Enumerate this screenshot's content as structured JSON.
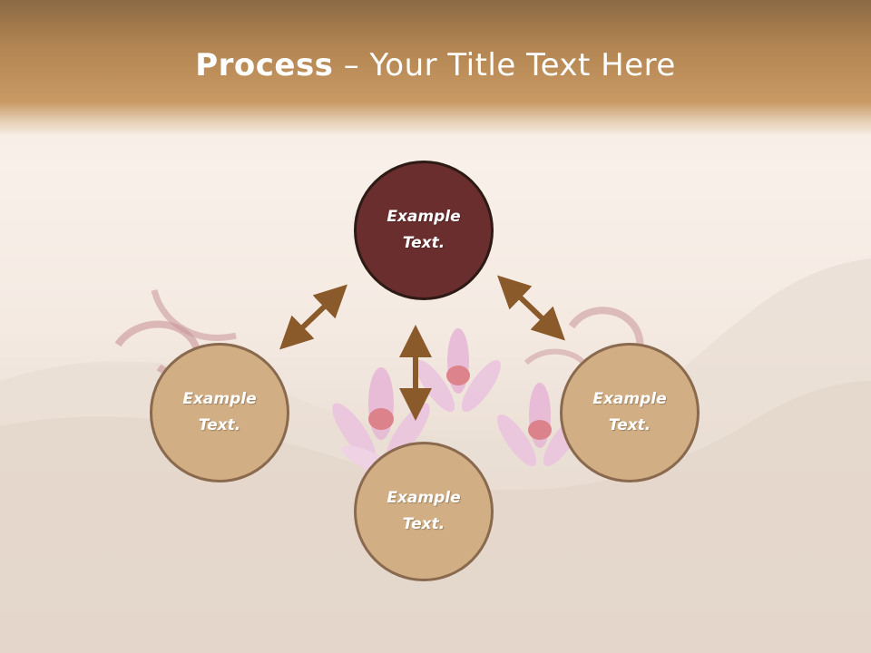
{
  "slide": {
    "title_bold": "Process",
    "title_rest": " – Your Title Text Here"
  },
  "nodes": {
    "top": "Example Text.",
    "left": "Example Text.",
    "right": "Example Text.",
    "bottom": "Example Text."
  },
  "colors": {
    "header": "#c08e57",
    "node_dark": "#6b2e2f",
    "node_light": "#d2ae84",
    "arrow": "#8a5a2b"
  }
}
